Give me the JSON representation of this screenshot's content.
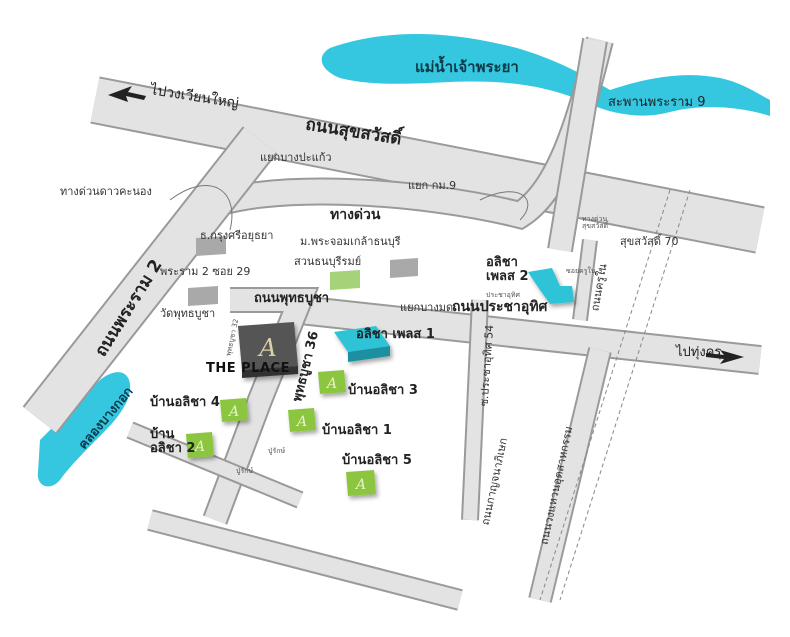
{
  "colors": {
    "river": "#35c6e0",
    "road": "#e3e3e3",
    "road_edge": "#9a9a9a",
    "project_green": "#8cc63f",
    "project_green_dark": "#5e8e1f",
    "place_dark": "#555555",
    "alisa_place_teal": "#2ec3d6",
    "park": "#a6d27a",
    "building_gray": "#a9a9a9"
  },
  "rivers": {
    "chao_phraya": "แม่น้ำเจ้าพระยา",
    "khlong_bang_kok": "คลองบางกอก"
  },
  "roads": {
    "suk_sawat": "ถนนสุขสวัสดิ์",
    "pracha_uthit": "ถนนประชาอุทิศ",
    "rama_2": "ถนนพระราม 2",
    "phutthabucha": "ถนนพุทธบูชา",
    "kanchanaphisek": "ถนนกาญจนาภิเษก",
    "outer_ring": "ถนนวงแหวนอุตสาหกรรม",
    "expressway": "ทางด่วน",
    "expressway_dao_khanong": "ทางด่วนดาวคะนอง",
    "expressway_suk_sawat": "ทางด่วนสุขสวัสดิ์",
    "khru_nai": "ถนนครูใน",
    "outer_ring_2": "ถนนวงแหวนอุตสาหกรรม"
  },
  "directions": {
    "to_wongwian_yai": "ไปวงเวียนใหญ่",
    "to_thung_khru": "ไปทุ่งครุ"
  },
  "places": {
    "rama9_bridge": "สะพานพระราม 9",
    "bang_pakaeo": "แยกบางปะแก้ว",
    "km9": "แยก กม.9",
    "krungsri_bank": "ธ.กรุงศรีอยุธยา",
    "kmutt": "ม.พระจอมเกล้าธนบุรี",
    "thonburirom_park": "สวนธนบุรีรมย์",
    "rama2_soi29": "พระราม 2 ซอย 29",
    "wat_phutthabucha": "วัดพุทธบูชา",
    "bang_mot_junction": "แยกบางมด",
    "pracha_uthit_54": "ซ.ประชาอุทิศ 54",
    "suk_sawat_70": "สุขสวัสดิ์ 70",
    "soi_khru_nai": "ซอยครูใน 3",
    "pracha_uthit_small": "ประชาอุทิศ",
    "phutthabucha_32": "พุทธบูชา 32",
    "phutthabucha_36": "พุทธบูชา 36",
    "ruam_mit": "ปู่รักษ์",
    "ruam_mit_2": "ปู่รักษ์"
  },
  "projects": {
    "the_place": "THE PLACE",
    "alisa_place_1": "อลิชา เพลส 1",
    "alisa_place_2_line1": "อลิชา",
    "alisa_place_2_line2": "เพลส 2",
    "ban_alisa_1": "บ้านอลิชา 1",
    "ban_alisa_2_line1": "บ้าน",
    "ban_alisa_2_line2": "อลิชา 2",
    "ban_alisa_3": "บ้านอลิชา 3",
    "ban_alisa_4": "บ้านอลิชา 4",
    "ban_alisa_5": "บ้านอลิชา 5",
    "logo_letter": "A"
  }
}
